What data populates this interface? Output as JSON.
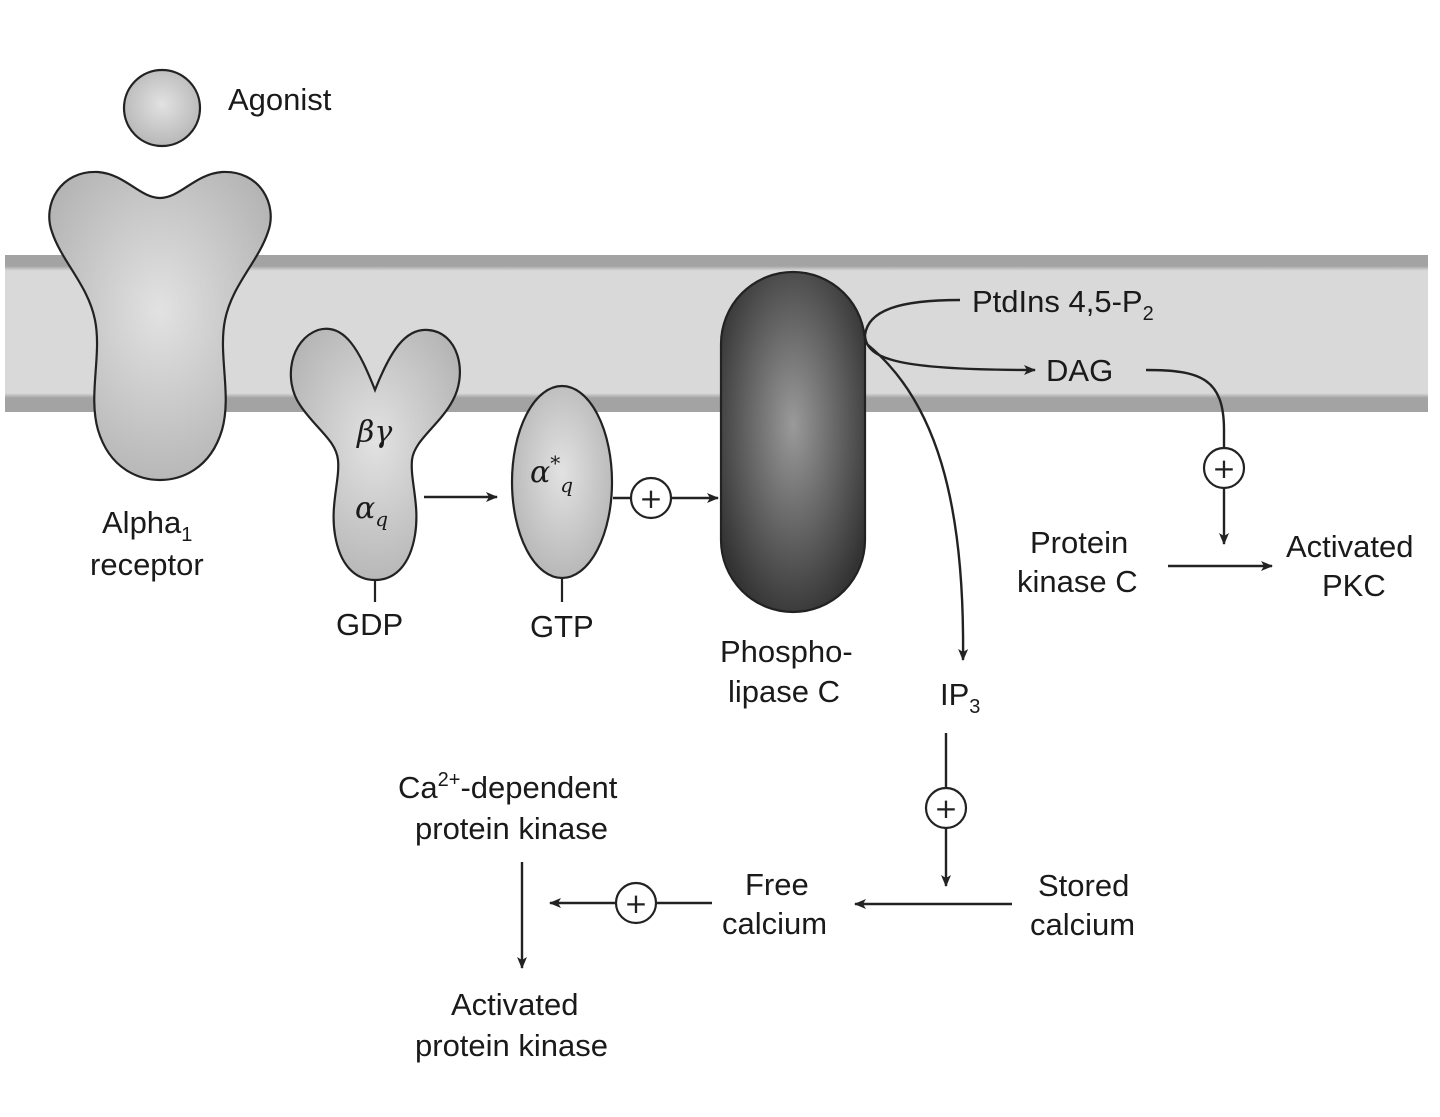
{
  "colors": {
    "membrane_dark": "#a3a3a3",
    "membrane_light": "#d8d8d8",
    "protein_fill": "#c8c8c8",
    "plc_dark": "#3a3a3a",
    "plc_light": "#9a9a9a",
    "stroke": "#222222"
  },
  "labels": {
    "agonist": "Agonist",
    "alpha1_receptor_line1": "Alpha",
    "alpha1_receptor_sub": "1",
    "alpha1_receptor_line2": "receptor",
    "beta_gamma": "βγ",
    "alpha_q": "α",
    "alpha_q_sub": "q",
    "alpha_star": "α",
    "alpha_star_sup": "*",
    "alpha_star_sub": "q",
    "gdp": "GDP",
    "gtp": "GTP",
    "plc_line1": "Phospho-",
    "plc_line2": "lipase C",
    "ptdins": "PtdIns 4,5-P",
    "ptdins_sub": "2",
    "dag": "DAG",
    "ip3": "IP",
    "ip3_sub": "3",
    "pkc_line1": "Protein",
    "pkc_line2": "kinase C",
    "activated_pkc_line1": "Activated",
    "activated_pkc_line2": "PKC",
    "ca_kinase_line1_pre": "Ca",
    "ca_kinase_sup": "2+",
    "ca_kinase_line1_post": "-dependent",
    "ca_kinase_line2": "protein kinase",
    "free_calcium_line1": "Free",
    "free_calcium_line2": "calcium",
    "stored_calcium_line1": "Stored",
    "stored_calcium_line2": "calcium",
    "activated_pk_line1": "Activated",
    "activated_pk_line2": "protein kinase",
    "plus": "+"
  }
}
